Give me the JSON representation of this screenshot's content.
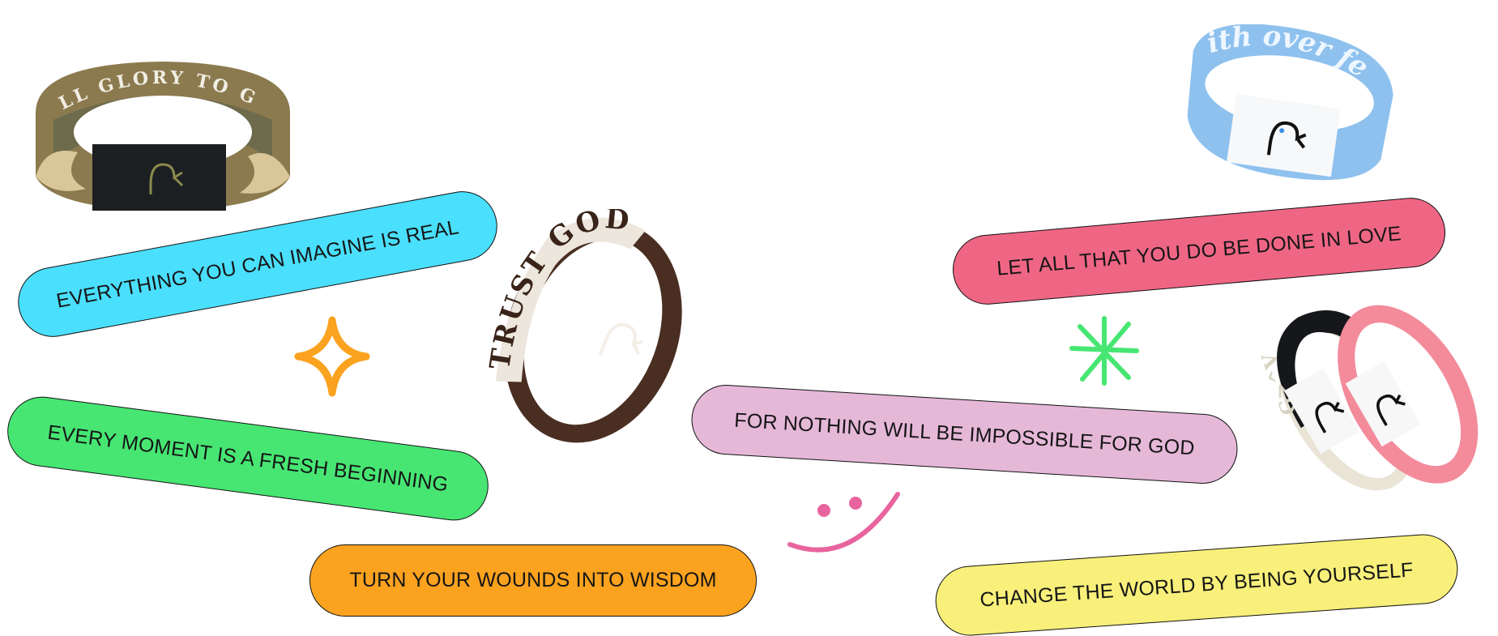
{
  "pills": [
    {
      "text": "EVERYTHING YOU CAN IMAGINE IS REAL",
      "color": "#4ADFFD"
    },
    {
      "text": "EVERY MOMENT IS A FRESH BEGINNING",
      "color": "#47E673"
    },
    {
      "text": "TURN YOUR WOUNDS INTO WISDOM",
      "color": "#FBA21F"
    },
    {
      "text": "LET ALL THAT YOU DO BE DONE IN LOVE",
      "color": "#EF6685"
    },
    {
      "text": "FOR NOTHING WILL BE IMPOSSIBLE FOR GOD",
      "color": "#E5B8D8"
    },
    {
      "text": "CHANGE THE WORLD BY BEING YOURSELF",
      "color": "#F8F07A"
    }
  ],
  "bracelets": {
    "camo": {
      "text": "LL GLORY TO G"
    },
    "trust": {
      "text": "TRUST GOD"
    },
    "blue": {
      "text": "ith over fe"
    },
    "stack": {
      "text": "G>^V"
    }
  },
  "decor_colors": {
    "sparkle": "#FBA21F",
    "asterisk": "#47E673",
    "smiley": "#E8649E"
  }
}
